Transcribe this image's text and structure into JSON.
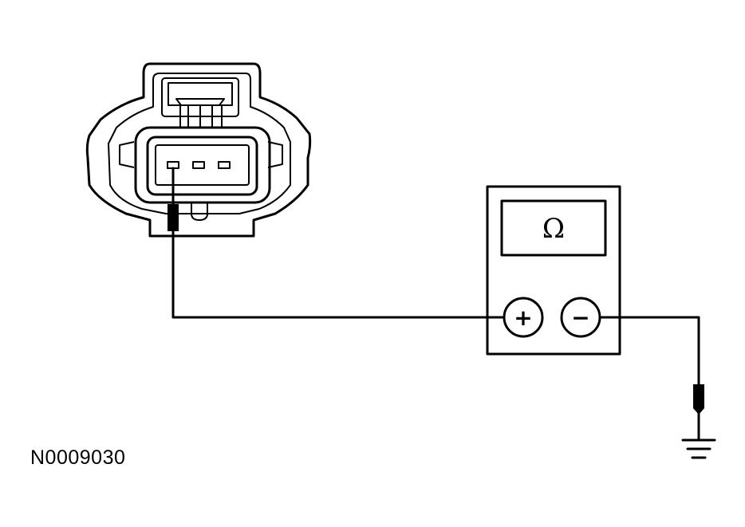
{
  "figure": {
    "code": "N0009030"
  },
  "meter": {
    "display_symbol": "Ω",
    "positive_symbol": "+",
    "negative_symbol": "−"
  },
  "connector": {
    "pin_count": 3,
    "probed_pin": 1
  }
}
